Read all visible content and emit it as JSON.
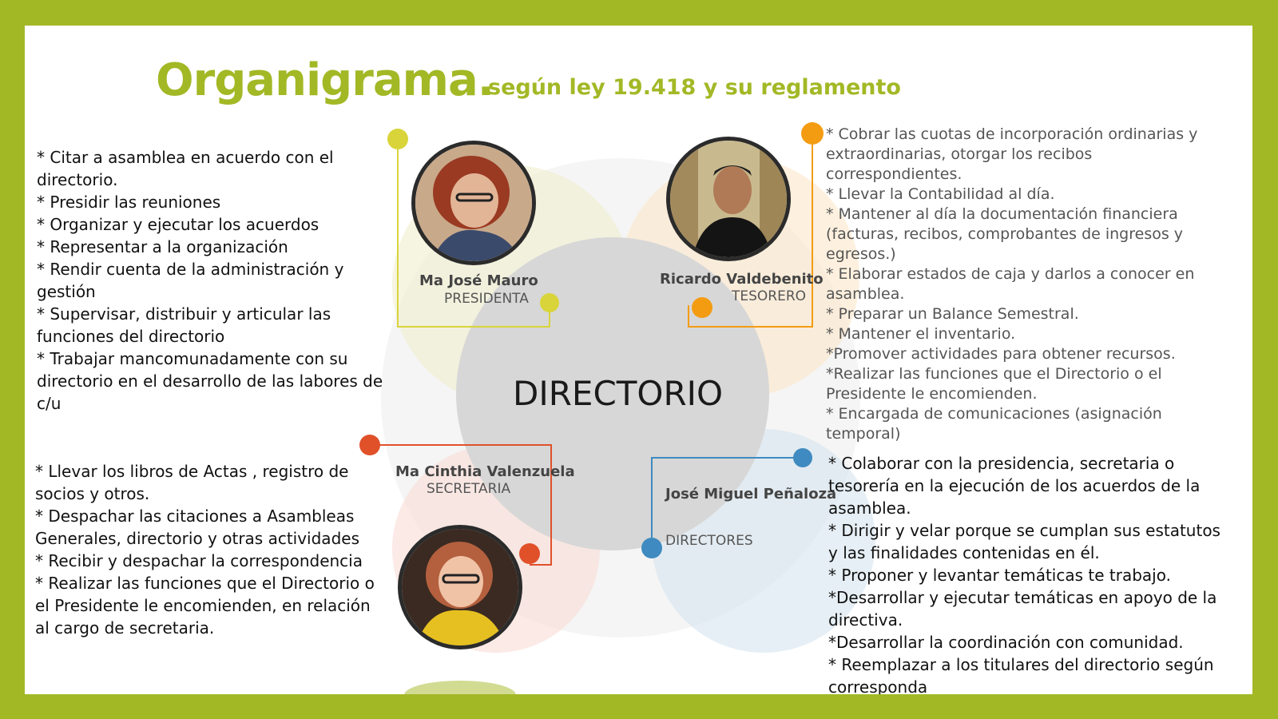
{
  "title": {
    "main": "Organigrama.",
    "subtitle": "según ley 19.418 y su reglamento"
  },
  "center": {
    "label": "DIRECTORIO"
  },
  "colors": {
    "frame": "#a3b825",
    "presidenta": "#d9d43a",
    "tesorero": "#f39c12",
    "secretaria": "#e0512a",
    "directores": "#3f8ac0"
  },
  "presidenta": {
    "name": "Ma  José Mauro",
    "role": "PRESIDENTA",
    "photo_icon": "woman-portrait-icon",
    "responsibilities": [
      "* Citar a asamblea en acuerdo con el directorio.",
      "* Presidir las reuniones",
      "* Organizar y ejecutar los acuerdos",
      "* Representar a la organización",
      "* Rendir cuenta de la administración y gestión",
      "* Supervisar, distribuir y articular las funciones del directorio",
      "* Trabajar mancomunadamente con su directorio en el desarrollo de las labores de c/u"
    ]
  },
  "tesorero": {
    "name": "Ricardo Valdebenito",
    "role": "TESORERO",
    "photo_icon": "man-portrait-icon",
    "responsibilities": [
      "* Cobrar las cuotas de incorporación ordinarias y extraordinarias, otorgar los recibos correspondientes.",
      "* Llevar la Contabilidad al día.",
      "* Mantener al día la documentación financiera (facturas, recibos, comprobantes de ingresos y egresos.)",
      "* Elaborar estados de caja  y darlos a conocer en asamblea.",
      "* Preparar un Balance Semestral.",
      "* Mantener el inventario.",
      "*Promover actividades para  obtener recursos.",
      "*Realizar las funciones que el Directorio o el Presidente le encomienden.",
      "* Encargada de comunicaciones  (asignación temporal)"
    ]
  },
  "secretaria": {
    "name": "Ma Cinthia Valenzuela",
    "role": "SECRETARIA",
    "photo_icon": "woman-portrait-icon",
    "responsibilities": [
      "* Llevar los libros de Actas , registro de socios y otros.",
      "* Despachar las citaciones a Asambleas Generales, directorio y otras actividades",
      "* Recibir y despachar la correspondencia",
      "* Realizar las funciones que el Directorio o el Presidente le encomienden, en relación al cargo de secretaria."
    ]
  },
  "directores": {
    "name": "José Miguel Peñaloza",
    "role": "DIRECTORES",
    "responsibilities": [
      "* Colaborar con la presidencia, secretaria o tesorería en la ejecución de los acuerdos de la asamblea.",
      "* Dirigir y velar porque se cumplan sus estatutos y las finalidades contenidas en él.",
      "* Proponer y levantar temáticas te trabajo.",
      "*Desarrollar y ejecutar  temáticas  en apoyo de la directiva.",
      "*Desarrollar  la coordinación con comunidad.",
      "* Reemplazar a  los titulares del directorio según corresponda"
    ]
  }
}
